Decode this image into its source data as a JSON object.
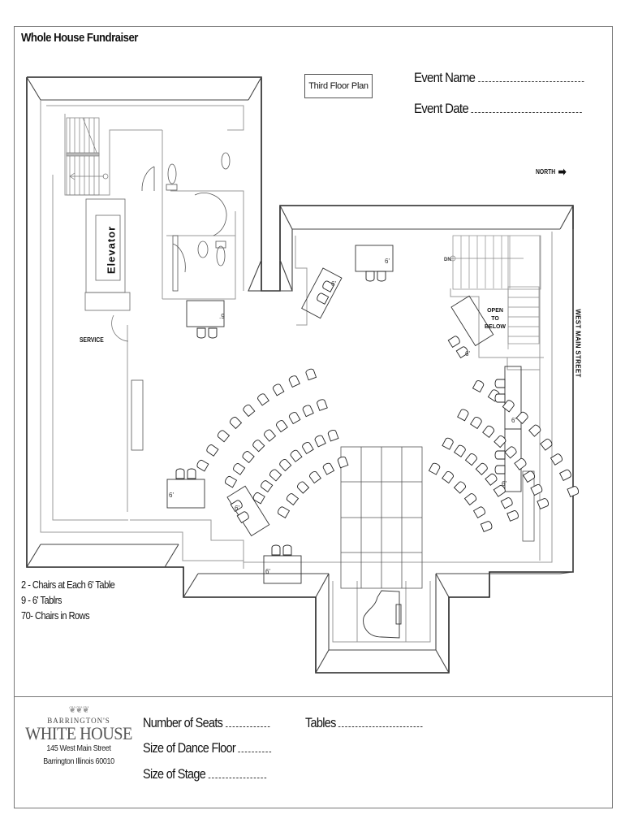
{
  "document": {
    "title": "Whole House Fundraiser",
    "plan_label": "Third Floor Plan",
    "event_name_label": "Event Name",
    "event_date_label": "Event Date",
    "north_label": "NORTH",
    "north_icon": "arrow-right-icon"
  },
  "floor_plan": {
    "rooms": {
      "elevator": "Elevator",
      "service": "SERVICE",
      "open_to_below": [
        "OPEN",
        "TO",
        "BELOW"
      ],
      "street": "WEST MAIN STREET",
      "stair_marker": "DN"
    },
    "table_labels": [
      "6'",
      "6'",
      "6'",
      "6'",
      "6'",
      "6'",
      "6'",
      "6'",
      ".9"
    ]
  },
  "notes": [
    "2 - Chairs at Each 6' Table",
    "9 - 6' Tablrs",
    "70- Chairs in Rows"
  ],
  "footer": {
    "venue_pre": "BARRINGTON'S",
    "venue_name": "WHITE HOUSE",
    "address_line1": "145 West Main Street",
    "address_line2": "Barrington Illinois 60010",
    "fields": {
      "seats": "Number of Seats",
      "dance_floor": "Size of Dance Floor",
      "stage": "Size of Stage",
      "tables": "Tables"
    }
  }
}
